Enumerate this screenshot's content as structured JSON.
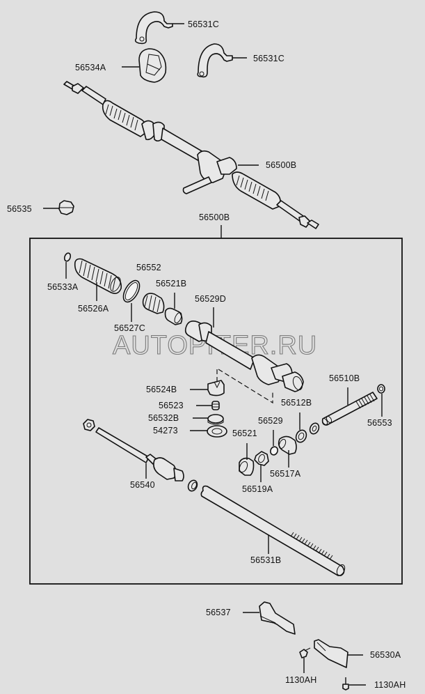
{
  "diagram": {
    "title": "Steering gear box parts",
    "watermark": "AUTOPITER.RU",
    "group_label": "56500B",
    "parts": {
      "clamp_top": "56531C",
      "clamp_right": "56531C",
      "bushing": "56534A",
      "gear_assembly": "56500B",
      "nut": "56535",
      "band": "56533A",
      "bellows": "56526A",
      "clip_large": "56527C",
      "spring": "56552",
      "bush_a": "56521B",
      "seal": "56529D",
      "yoke": "56524B",
      "yoke_spring": "56523",
      "yoke_plug": "56532B",
      "lock_nut": "54273",
      "pinion": "56510B",
      "pinion_bearing": "56512B",
      "pinion_snap": "56553",
      "oil_seal": "56529",
      "bush_b": "56521",
      "bearing": "56517A",
      "plug_nut": "56519A",
      "tie_rod": "56540",
      "rack": "56531B",
      "shield_upper": "56537",
      "shield_lower": "56530A",
      "bolt_left": "1130AH",
      "bolt_right": "1130AH"
    }
  }
}
